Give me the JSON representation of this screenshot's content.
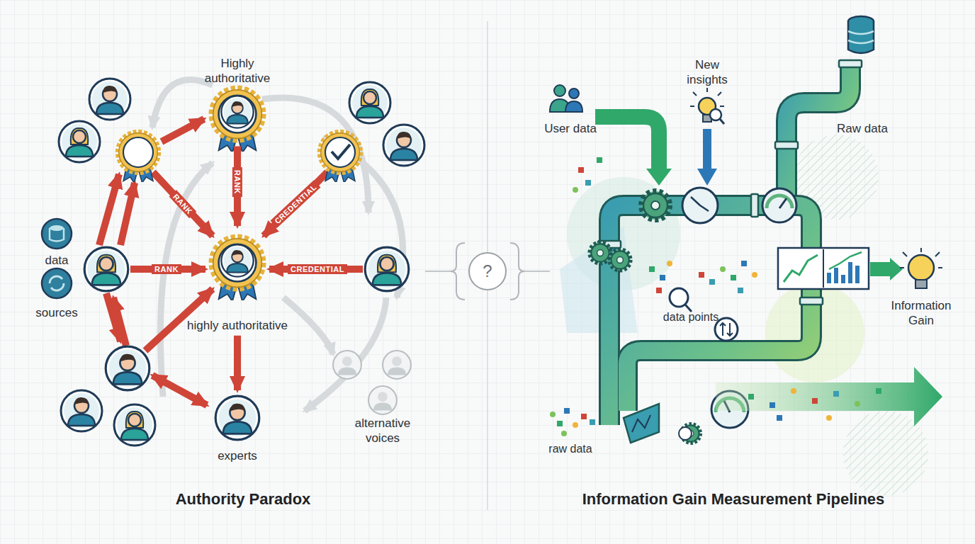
{
  "diagram": {
    "nodes": [
      {
        "text": [
          "Highly authoritative"
        ]
      },
      {
        "text": [
          "highly authoritative"
        ]
      },
      {
        "text": [
          "experts"
        ]
      },
      {
        "text": [
          "data"
        ]
      },
      {
        "text": [
          "sources"
        ]
      },
      {
        "text": [
          "alternative voices"
        ]
      },
      {
        "text": [
          "User data"
        ]
      },
      {
        "text": [
          "New insights"
        ]
      },
      {
        "text": [
          "Raw data"
        ]
      },
      {
        "text": [
          "Information Gain"
        ]
      }
    ],
    "edges": [
      {
        "from": 0,
        "to": 1,
        "label": "RANK",
        "arrow": "to"
      },
      {
        "from": 1,
        "to": 2,
        "arrow": "to"
      }
    ],
    "labels": [
      "Authority Paradox",
      "Information Gain Measurement Pipelines",
      "RANK",
      "RANK",
      "CREDENTIAL",
      "CREDENTIAL",
      "?",
      "data points",
      "raw data"
    ]
  }
}
